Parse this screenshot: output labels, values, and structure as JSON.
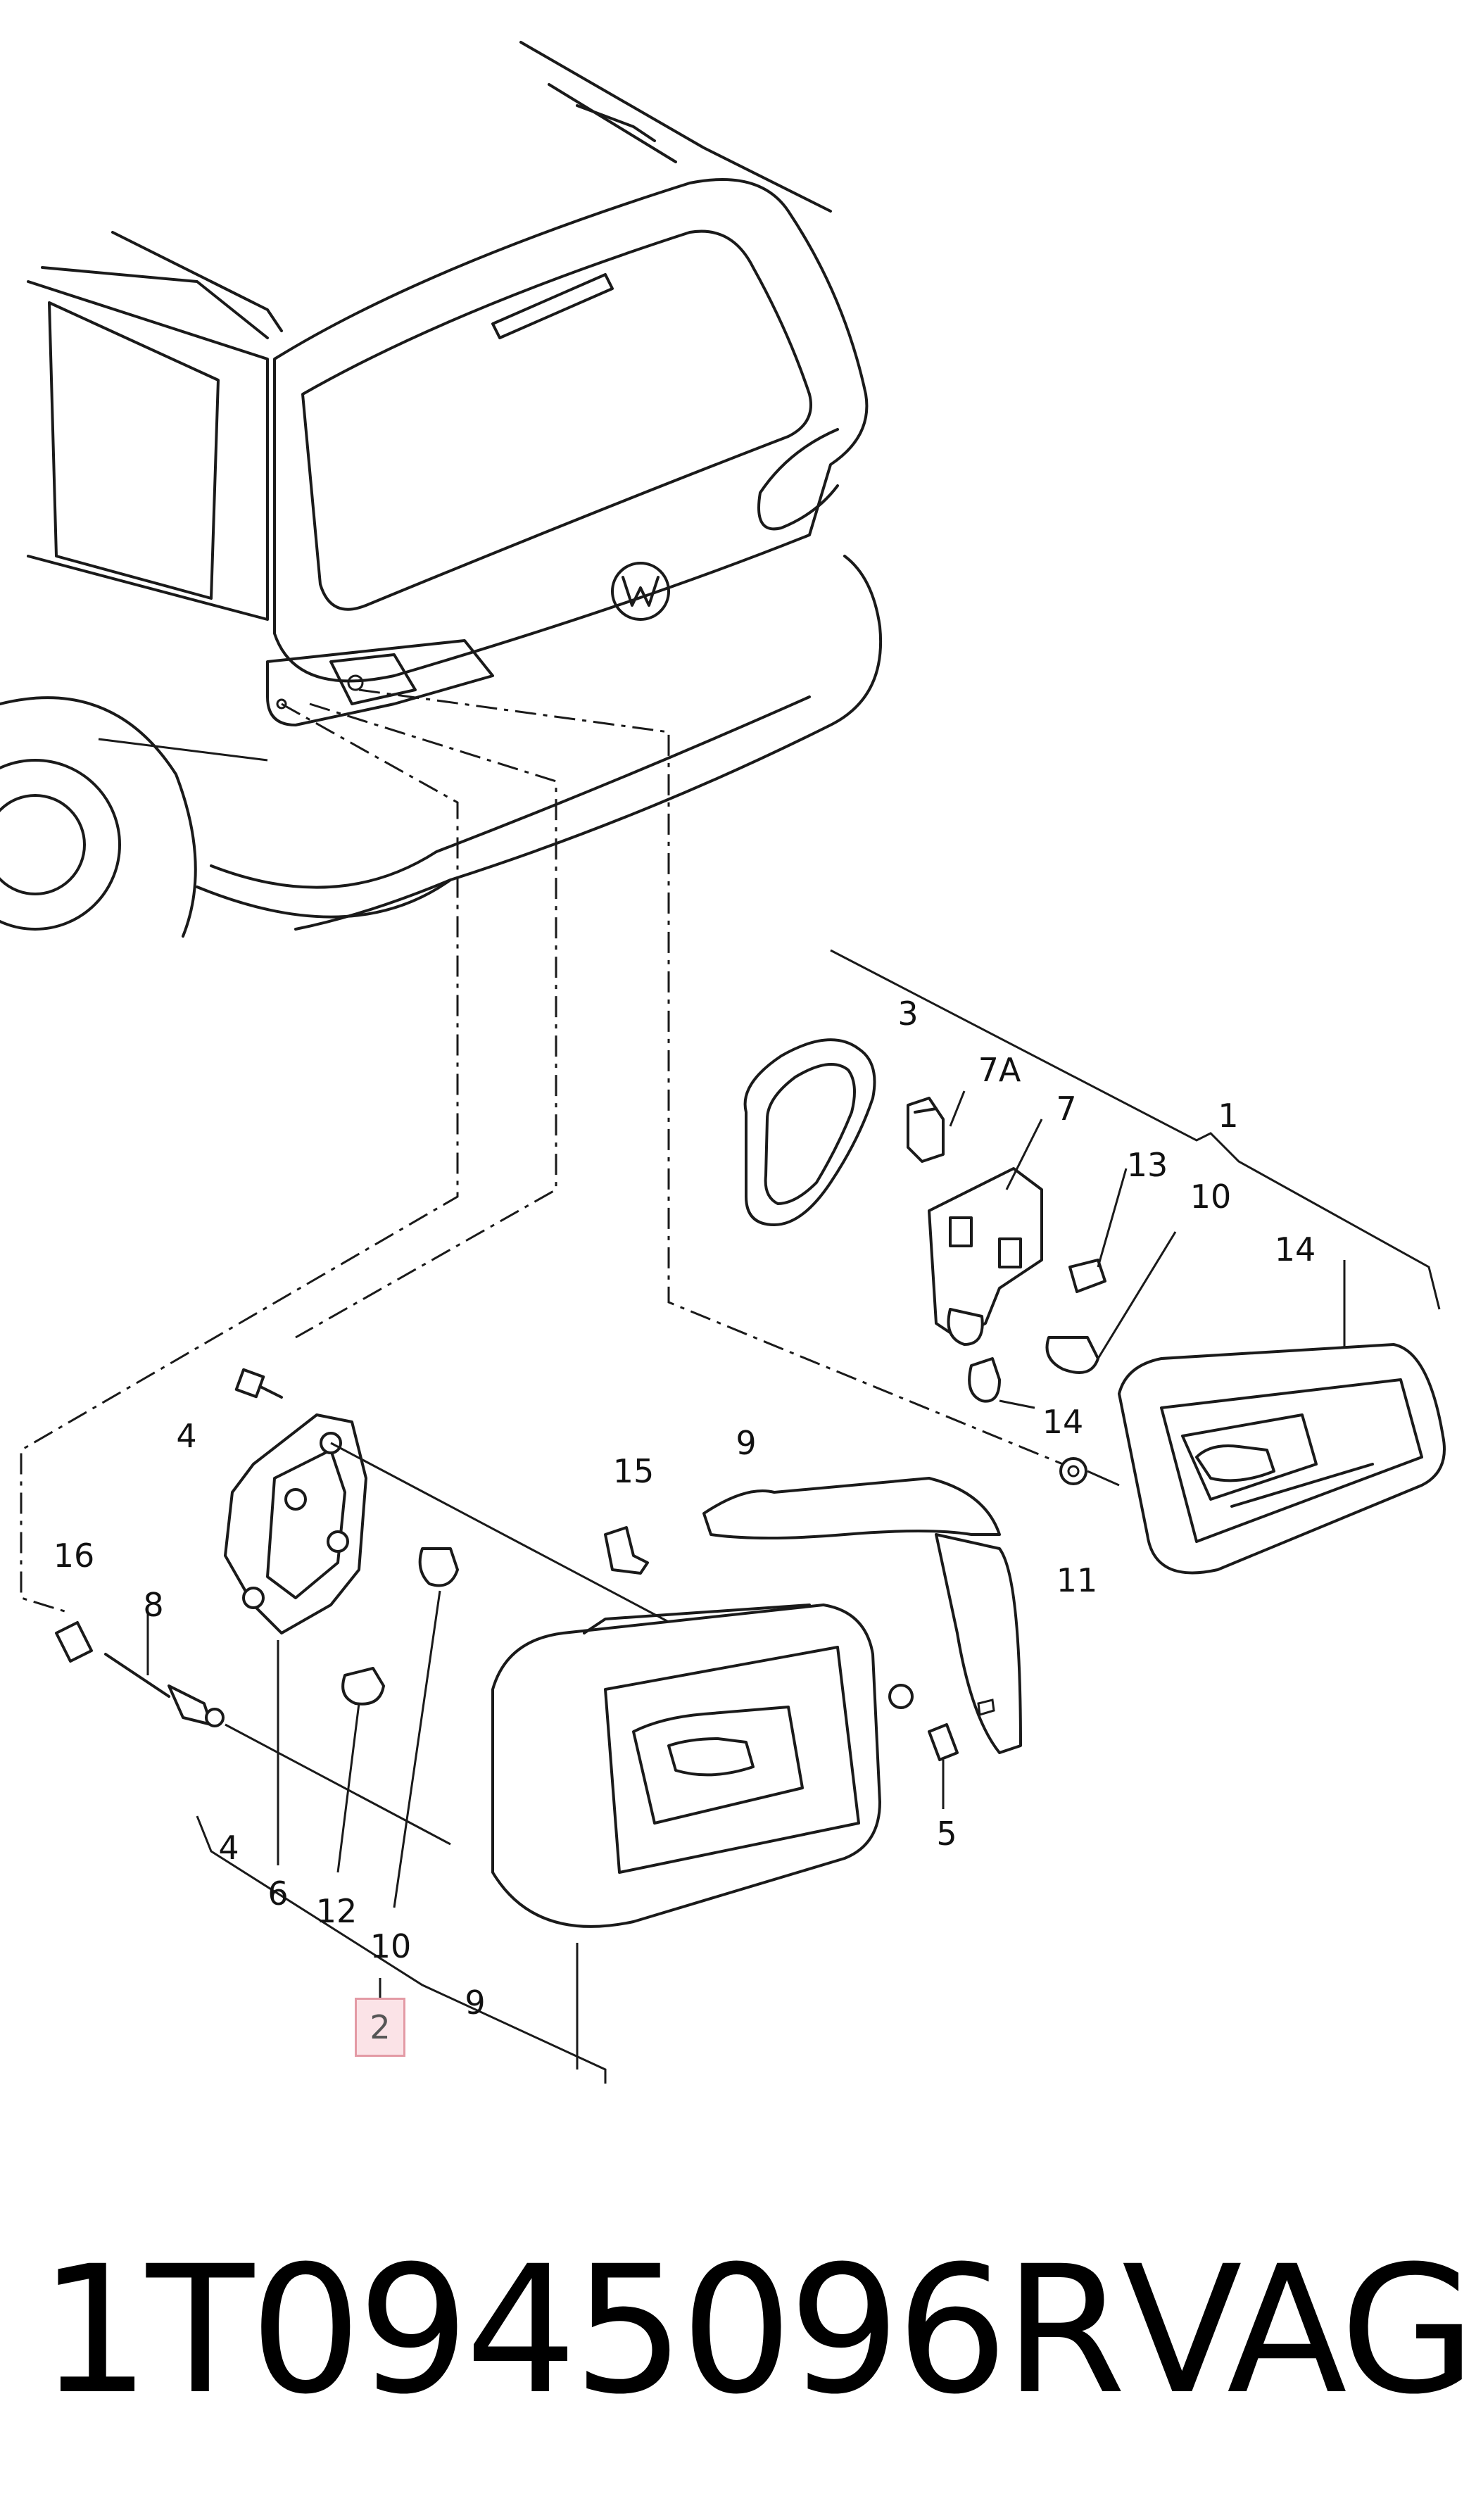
{
  "callouts": {
    "c1": "1",
    "c2": "2",
    "c3": "3",
    "c4a": "4",
    "c4b": "4",
    "c5": "5",
    "c6": "6",
    "c7": "7",
    "c7a": "7A",
    "c8": "8",
    "c9a": "9",
    "c9b": "9",
    "c10a": "10",
    "c10b": "10",
    "c11": "11",
    "c12": "12",
    "c13": "13",
    "c14a": "14",
    "c14b": "14",
    "c15": "15",
    "c16": "16"
  },
  "footer": {
    "part_number": "1T0945096R",
    "brand": "VAG"
  },
  "colors": {
    "line": "#1a1a1a",
    "highlight_border": "#e39aa5",
    "highlight_fill": "#fbe3e7"
  }
}
